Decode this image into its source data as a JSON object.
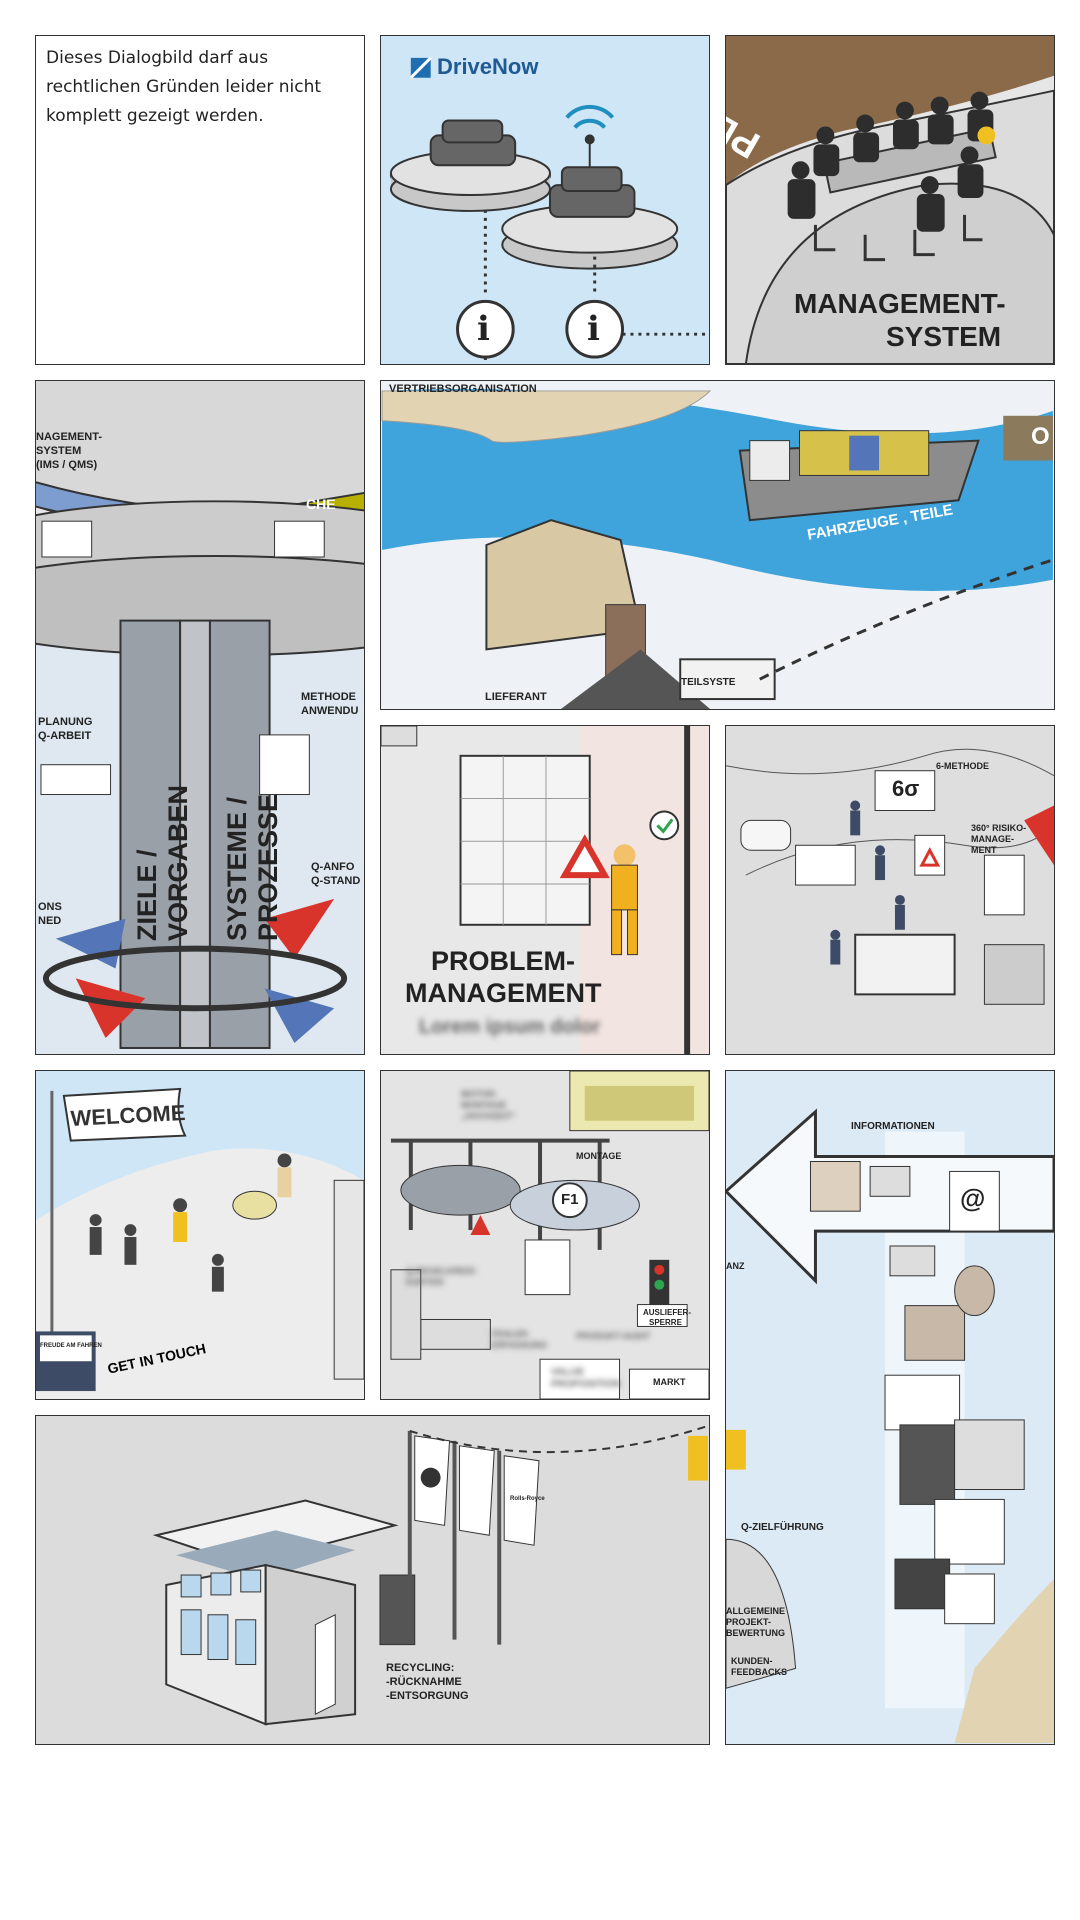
{
  "notice": {
    "text": "Dieses Dialogbild darf aus rechtlichen Gründen leider nicht komplett gezeigt werden."
  },
  "panels": {
    "drivenow": {
      "brand": "DriveNow",
      "info_glyph": "i"
    },
    "management": {
      "title_line1": "MANAGEMENT-",
      "title_line2": "SYSTEM",
      "ring_text": "PLAN"
    },
    "tower": {
      "col1": "ZIELE / VORGABEN",
      "col2": "SYSTEME / PROZESSE",
      "left_label1": "NAGEMENT-",
      "left_label2": "SYSTEM",
      "left_label3": "(IMS / QMS)",
      "ring_label": "CHE",
      "planung1": "PLANUNG",
      "planung2": "Q-ARBEIT",
      "methods1": "METHODE",
      "methods2": "ANWENDU",
      "q_anf": "Q-ANFO",
      "q_stand": "Q-STAND",
      "ons1": "ONS",
      "ons2": "NED"
    },
    "logistics": {
      "top_label": "VERTRIEBSORGANISATION",
      "ship_label": "FAHRZEUGE , TEILE",
      "supplier": "LIEFERANT",
      "truck": "TEILSYSTE",
      "sign": "O"
    },
    "problem": {
      "title_line1": "PROBLEM-",
      "title_line2": "MANAGEMENT",
      "subtitle_blurred": "Lorem ipsum dolor"
    },
    "methods": {
      "six_sigma": "6σ",
      "methode": "6-METHODE",
      "risk1": "360° RISIKO-",
      "risk2": "MANAGE-",
      "risk3": "MENT"
    },
    "welcome": {
      "flag": "WELCOME",
      "floor": "GET IN TOUCH",
      "sign": "FREUDE AM FAHREN"
    },
    "assembly": {
      "motor1": "MOTOR-",
      "motor2": "MONTAGE",
      "motor3": "„HOCHZEIT“",
      "montage": "MONTAGE",
      "f1": "F1",
      "q_regel1": "Q-REGELKREIS-",
      "q_regel2": "KARTEN",
      "fehler1": "FEHLER-",
      "fehler2": "ERFASSUNG",
      "audit": "PRODUKT-AUDIT",
      "sperre1": "AUSLIEFER-",
      "sperre2": "SPERRE",
      "value1": "VALUE",
      "value2": "PROPOSITION",
      "markt": "MARKT"
    },
    "information": {
      "title": "INFORMATIONEN",
      "anz": "ANZ",
      "q_ziel": "Q-ZIELFÜHRUNG",
      "allg1": "ALLGEMEINE",
      "allg2": "PROJEKT-",
      "allg3": "BEWERTUNG",
      "kunden1": "KUNDEN-",
      "kunden2": "FEEDBACKS",
      "at": "@"
    },
    "recycling": {
      "label1": "RECYCLING:",
      "label2": "-RÜCKNAHME",
      "label3": "-ENTSORGUNG",
      "flag3": "Rolls-Royce"
    }
  },
  "colors": {
    "sky": "#cfe6f7",
    "water": "#3fa4dc",
    "sand": "#e2d3b2",
    "border": "#333333",
    "red": "#d9342b",
    "navy": "#3d4b66"
  }
}
